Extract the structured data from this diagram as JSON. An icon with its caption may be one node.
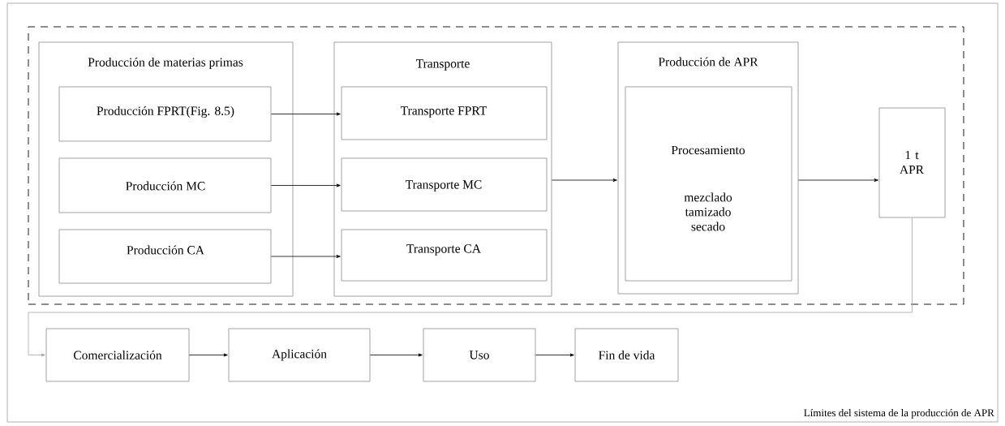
{
  "diagram": {
    "nodes": [
      {
        "text": [],
        "shape": "box"
      },
      {
        "text": [
          "Producción de materias primas"
        ],
        "in": 0
      },
      {
        "text": [
          "Producción FPRT(Fig. 8.5)"
        ],
        "in": 1
      },
      {
        "text": [
          "Producción MC"
        ],
        "in": 1
      },
      {
        "text": [
          "Producción CA"
        ],
        "in": 1
      },
      {
        "text": [
          "Transporte"
        ],
        "in": 0
      },
      {
        "text": [
          "Transporte FPRT"
        ],
        "in": 5
      },
      {
        "text": [
          "Transporte MC"
        ],
        "in": 5
      },
      {
        "text": [
          "Transporte CA"
        ],
        "in": 5
      },
      {
        "text": [
          "Producción de APR"
        ],
        "in": 0
      },
      {
        "text": [
          "Procesamiento",
          "mezclado tamizado secado"
        ],
        "in": 9
      },
      {
        "text": [
          "1 t APR"
        ],
        "in": 0
      },
      {
        "text": [
          "Comercialización"
        ]
      },
      {
        "text": [
          "Aplicación"
        ]
      },
      {
        "text": [
          "Uso"
        ]
      },
      {
        "text": [
          "Fin de vida"
        ]
      }
    ],
    "edges": [
      {
        "from": 2,
        "to": 6,
        "arrow": "to"
      },
      {
        "from": 3,
        "to": 7,
        "arrow": "to"
      },
      {
        "from": 4,
        "to": 8,
        "arrow": "to"
      },
      {
        "from": 5,
        "to": 9,
        "arrow": "to"
      },
      {
        "from": 9,
        "to": 11,
        "arrow": "to"
      },
      {
        "from": 11,
        "to": 12,
        "arrow": "to",
        "color": "#a6a6a6"
      },
      {
        "from": 12,
        "to": 13,
        "arrow": "to"
      },
      {
        "from": 13,
        "to": 14,
        "arrow": "to"
      },
      {
        "from": 14,
        "to": 15,
        "arrow": "to"
      }
    ],
    "labels": [
      "Límites del sistema de la producción de APR"
    ]
  }
}
